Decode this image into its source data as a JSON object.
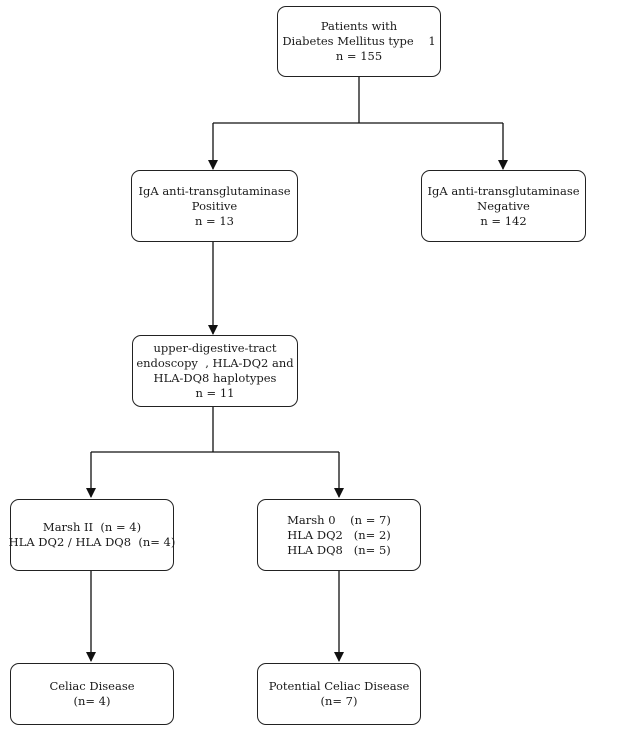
{
  "nodes": {
    "patients": [
      "Patients with",
      "Diabetes Mellitus type    1",
      "n = 155"
    ],
    "positive": [
      "IgA anti-transglutaminase",
      "Positive",
      "n = 13"
    ],
    "negative": [
      "IgA anti-transglutaminase",
      "Negative",
      "n = 142"
    ],
    "endoscopy": [
      "upper-digestive-tract",
      "endoscopy  , HLA-DQ2 and",
      "HLA-DQ8 haplotypes",
      "n = 11"
    ],
    "marsh2": [
      "Marsh II  (n = 4)",
      "HLA DQ2 / HLA DQ8  (n= 4)"
    ],
    "marsh0": [
      "Marsh 0    (n = 7)",
      "HLA DQ2   (n= 2)",
      "HLA DQ8   (n= 5)"
    ],
    "celiac": [
      "Celiac Disease",
      "(n= 4)"
    ],
    "potential": [
      "Potential Celiac Disease",
      "(n= 7)"
    ]
  }
}
